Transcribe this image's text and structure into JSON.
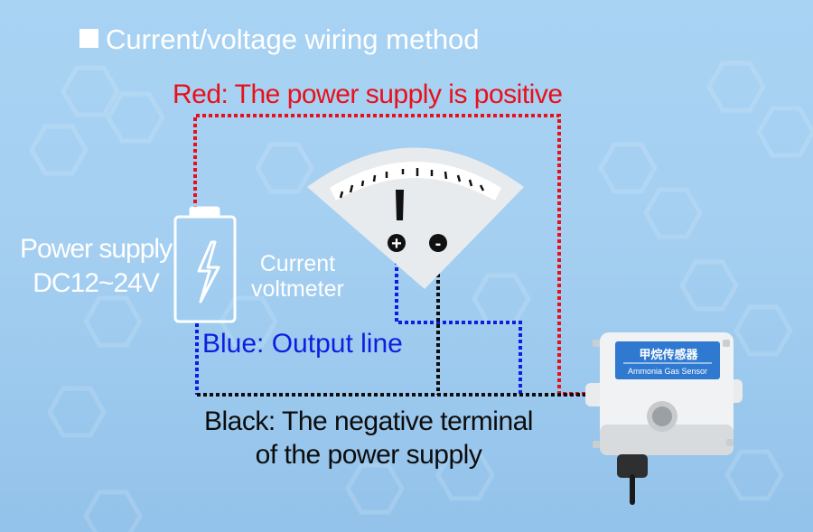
{
  "title": "Current/voltage wiring method",
  "labels": {
    "red_wire": "Red: The power supply is positive",
    "power_supply_line1": "Power supply",
    "power_supply_line2": "DC12~24V",
    "meter_line1": "Current",
    "meter_line2": "voltmeter",
    "blue_wire": "Blue: Output line",
    "black_wire_line1": "Black: The negative terminal",
    "black_wire_line2": "of the power supply"
  },
  "meter": {
    "plus_symbol": "+",
    "minus_symbol": "-"
  },
  "sensor": {
    "label_cn": "甲烷传感器",
    "label_en": "Ammonia Gas Sensor"
  },
  "colors": {
    "red_wire": "#e8101b",
    "blue_wire": "#0d1ee0",
    "black_wire": "#0c0c0c",
    "sensor_label_bg": "#2f7ad0"
  }
}
